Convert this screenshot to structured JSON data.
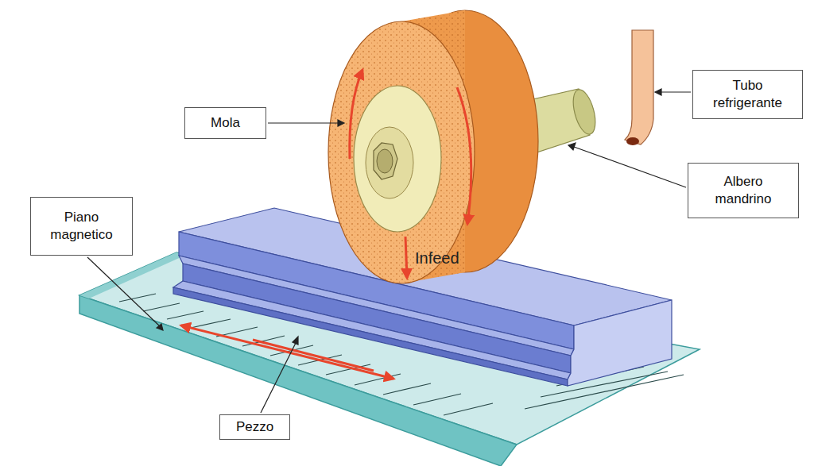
{
  "diagram": {
    "nodes": [
      {
        "text": [
          "Tubo refrigerante"
        ]
      },
      {
        "text": [
          "Mola"
        ]
      },
      {
        "text": [
          "Albero mandrino"
        ]
      },
      {
        "text": [
          "Piano magnetico"
        ]
      },
      {
        "text": [
          "Pezzo"
        ]
      }
    ],
    "labels": [
      "Infeed"
    ]
  }
}
